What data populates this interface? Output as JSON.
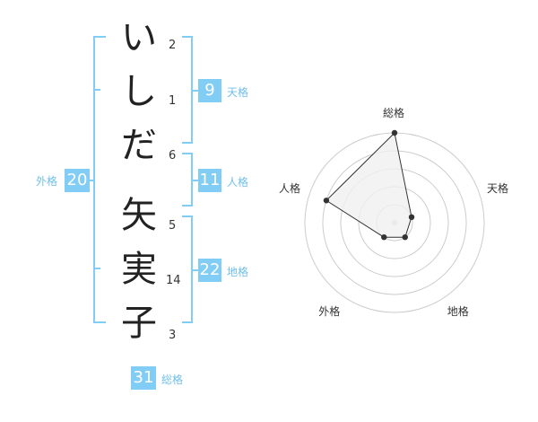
{
  "name_chars": [
    {
      "char": "い",
      "strokes": "2"
    },
    {
      "char": "し",
      "strokes": "1"
    },
    {
      "char": "だ",
      "strokes": "6"
    },
    {
      "char": "矢",
      "strokes": "5"
    },
    {
      "char": "実",
      "strokes": "14"
    },
    {
      "char": "子",
      "strokes": "3"
    }
  ],
  "scores": {
    "tenkaku": {
      "value": "9",
      "label": "天格"
    },
    "jinkaku": {
      "value": "11",
      "label": "人格"
    },
    "chikaku": {
      "value": "22",
      "label": "地格"
    },
    "gaikaku": {
      "value": "20",
      "label": "外格"
    },
    "soukaku": {
      "value": "31",
      "label": "総格"
    }
  },
  "chart_data": {
    "type": "radar",
    "axes": [
      "総格",
      "天格",
      "地格",
      "外格",
      "人格"
    ],
    "values": [
      5,
      1,
      1,
      1,
      4
    ],
    "max": 5,
    "rings": 5,
    "colors": {
      "fill": "#f0f0f0",
      "line": "#333333",
      "ring": "#cccccc",
      "point": "#333333"
    }
  }
}
